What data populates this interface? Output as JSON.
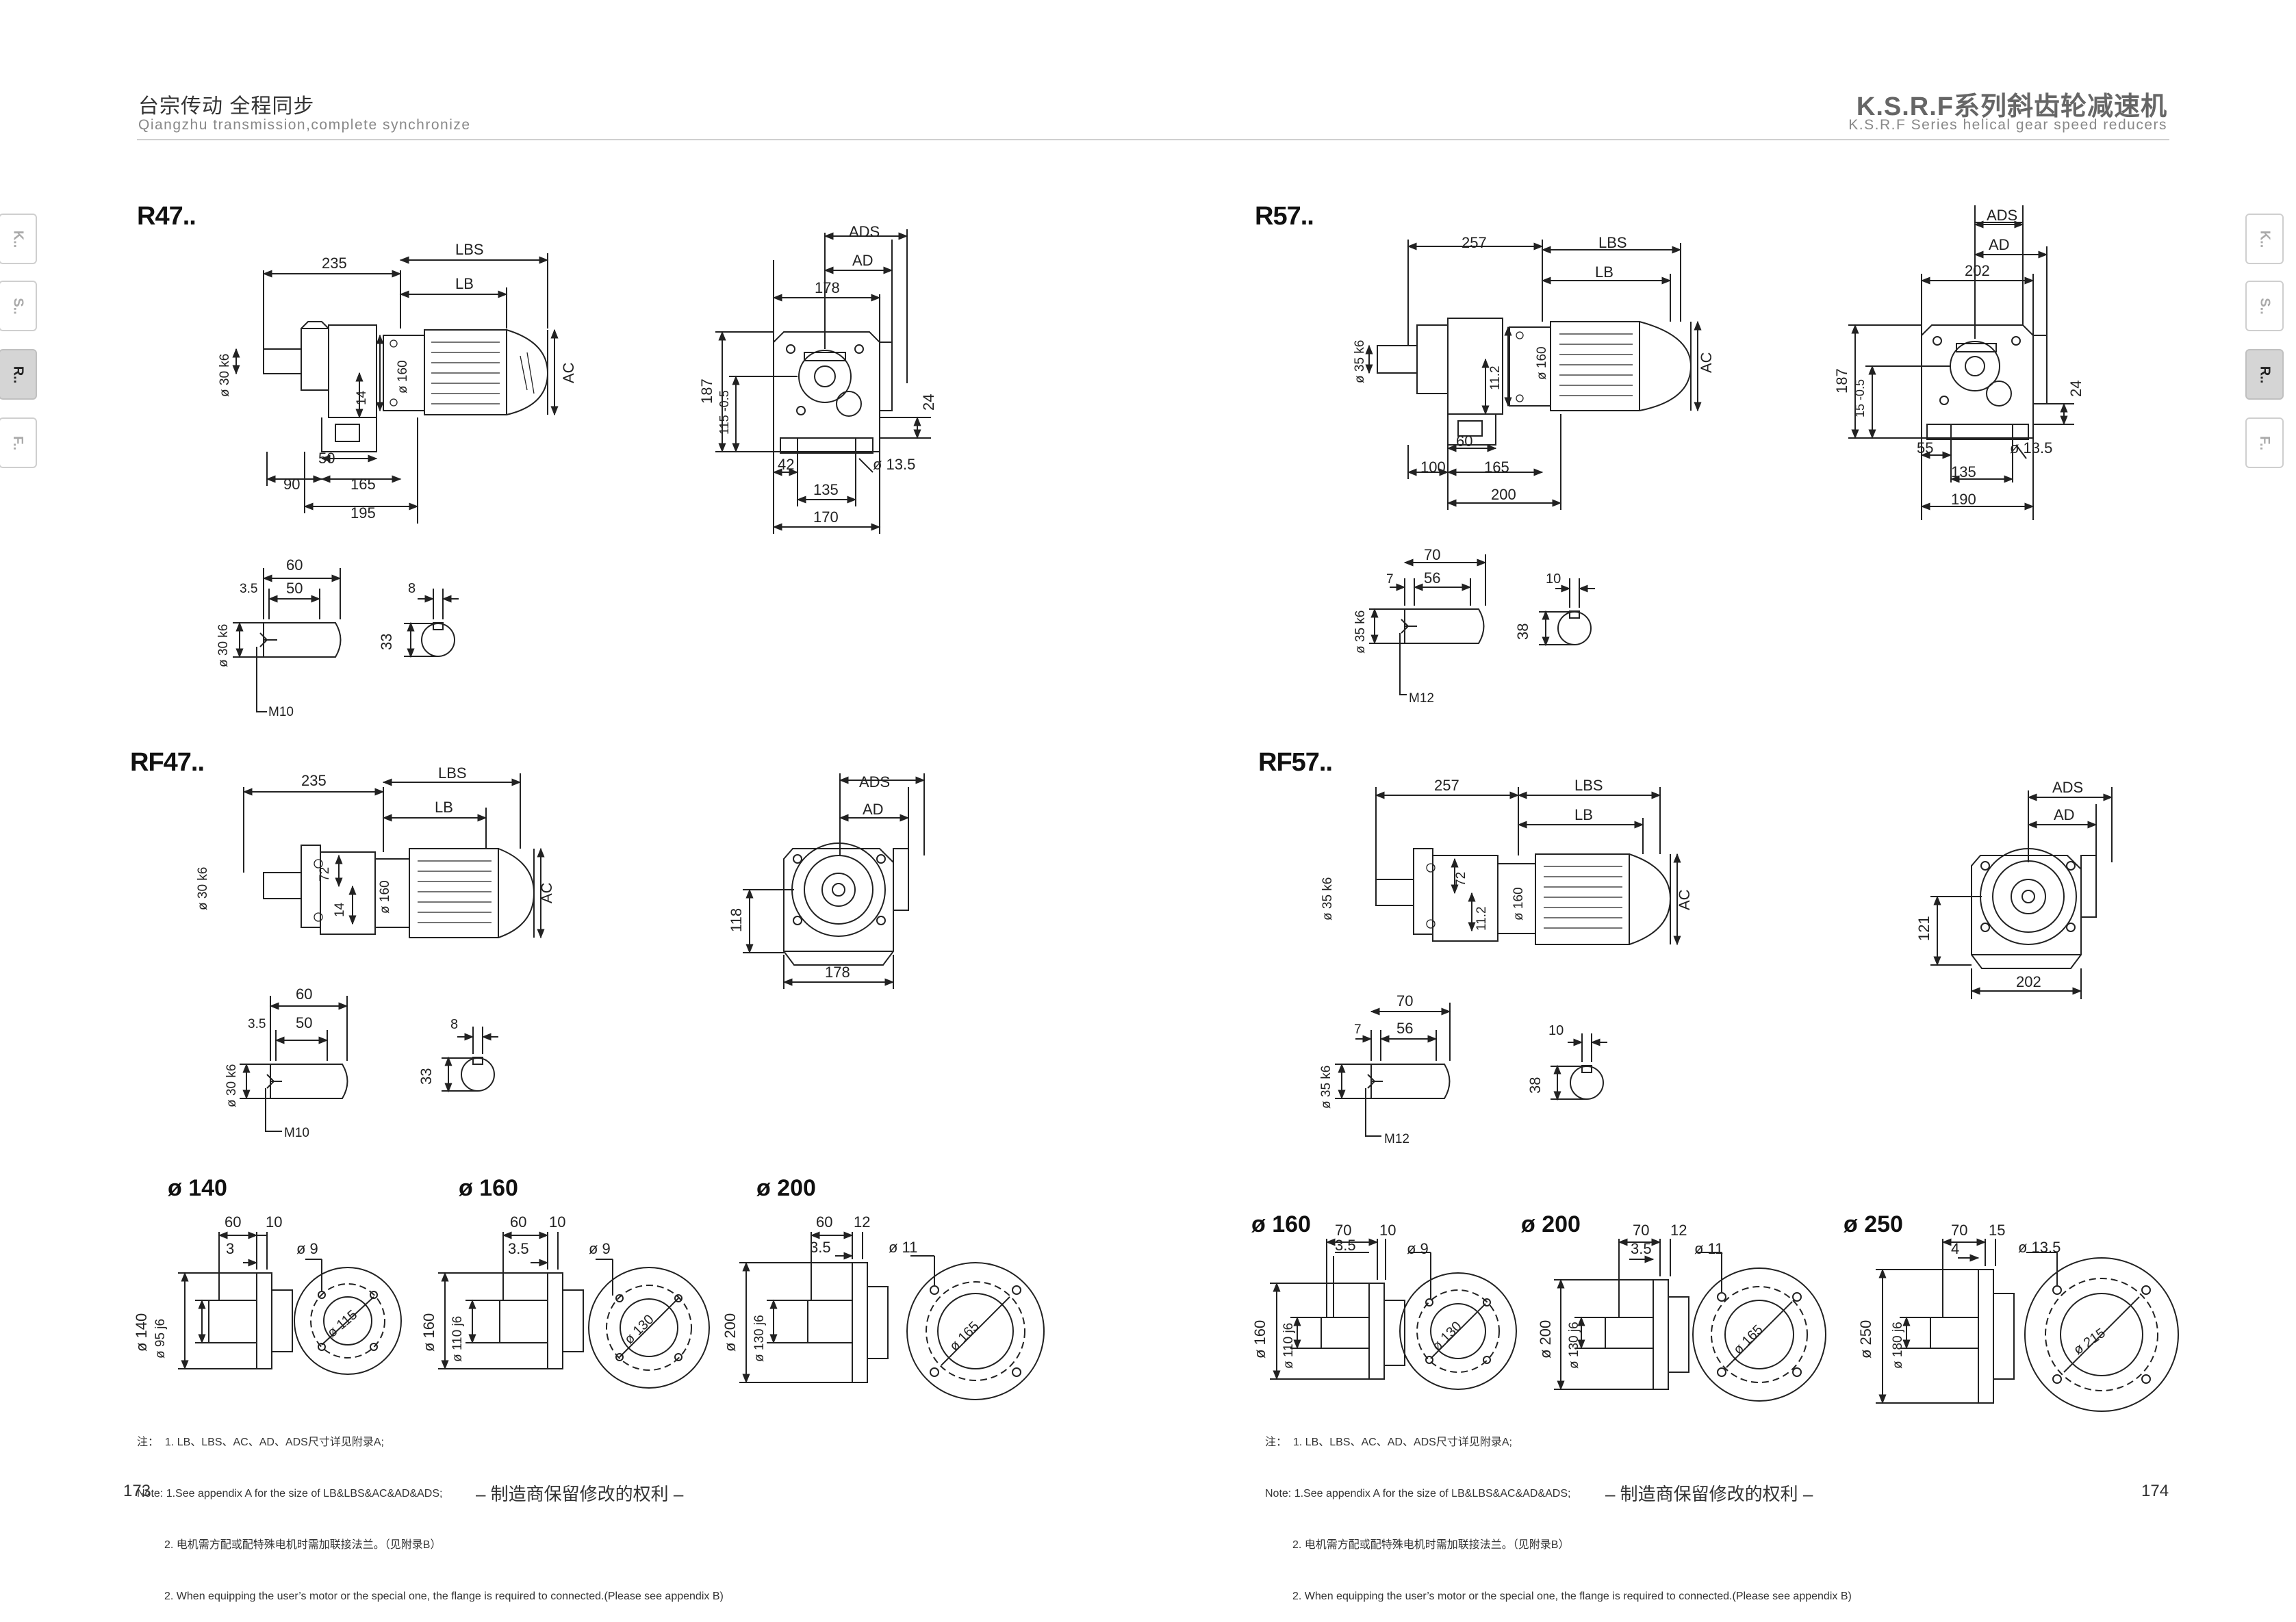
{
  "header": {
    "left_cn": "台宗传动   全程同步",
    "left_en": "Qiangzhu transmission,complete synchronize",
    "right_title": "K.S.R.F系列斜齿轮减速机",
    "right_en": "K.S.R.F Series helical gear speed reducers"
  },
  "tabs": [
    {
      "label": "K..",
      "active": false
    },
    {
      "label": "S..",
      "active": false
    },
    {
      "label": "R..",
      "active": true
    },
    {
      "label": "F..",
      "active": false
    }
  ],
  "left": {
    "r_model": "R47..",
    "r_side": {
      "d1": "235",
      "lbs": "LBS",
      "lb": "LB",
      "ac": "AC",
      "shaft": "ø 30 k6",
      "motor": "ø 160",
      "h14": "14",
      "d50": "50",
      "d90": "90",
      "d165": "165",
      "d195": "195"
    },
    "r_front": {
      "ads": "ADS",
      "ad": "AD",
      "w178": "178",
      "h187": "187",
      "h115": "115 -0.5",
      "h24": "24",
      "d42": "42",
      "hole": "ø 13.5",
      "d135": "135",
      "d170": "170"
    },
    "r_shaft": {
      "d60": "60",
      "d35": "3.5",
      "d50": "50",
      "dia": "ø 30 k6",
      "thread": "M10",
      "key": "8",
      "h33": "33"
    },
    "rf_model": "RF47..",
    "rf_side": {
      "d1": "235",
      "lbs": "LBS",
      "lb": "LB",
      "ac": "AC",
      "shaft": "ø 30 k6",
      "motor": "ø 160",
      "h72": "72",
      "h14": "14"
    },
    "rf_front": {
      "ads": "ADS",
      "ad": "AD",
      "h118": "118",
      "w178": "178"
    },
    "rf_shaft": {
      "d60": "60",
      "d35": "3.5",
      "d50": "50",
      "dia": "ø 30 k6",
      "thread": "M10",
      "key": "8",
      "h33": "33"
    },
    "flanges": [
      {
        "title": "ø 140",
        "a": "60",
        "b": "10",
        "c": "3",
        "hole": "ø 9",
        "d1": "ø 140",
        "d2": "ø 95 j6",
        "pcd": "ø 115"
      },
      {
        "title": "ø 160",
        "a": "60",
        "b": "10",
        "c": "3.5",
        "hole": "ø 9",
        "d1": "ø 160",
        "d2": "ø 110 j6",
        "pcd": "ø 130"
      },
      {
        "title": "ø 200",
        "a": "60",
        "b": "12",
        "c": "3.5",
        "hole": "ø 11",
        "d1": "ø 200",
        "d2": "ø 130 j6",
        "pcd": "ø 165"
      }
    ],
    "notes": {
      "line1": "注：  1. LB、LBS、AC、AD、ADS尺寸详见附录A;",
      "line2": "Note: 1.See appendix A for the size of LB&LBS&AC&AD&ADS;",
      "line3": "         2. 电机需方配或配特殊电机时需加联接法兰。（见附录B）",
      "line4": "         2. When equipping the user’s motor or the special one, the flange is required to connected.(Please see appendix B)"
    },
    "slogan": "– 制造商保留修改的权利 –",
    "page": "173"
  },
  "right": {
    "r_model": "R57..",
    "r_side": {
      "d1": "257",
      "lbs": "LBS",
      "lb": "LB",
      "ac": "AC",
      "shaft": "ø 35 k6",
      "motor": "ø 160",
      "h112": "11.2",
      "d60": "60",
      "d100": "100",
      "d165": "165",
      "d200": "200"
    },
    "r_front": {
      "ads": "ADS",
      "ad": "AD",
      "w202": "202",
      "h187": "187",
      "h15": "15 -0.5",
      "h24": "24",
      "d55": "55",
      "hole": "ø 13.5",
      "d135": "135",
      "d190": "190"
    },
    "r_shaft": {
      "d70": "70",
      "d7": "7",
      "d56": "56",
      "dia": "ø 35 k6",
      "thread": "M12",
      "key": "10",
      "h38": "38"
    },
    "rf_model": "RF57..",
    "rf_side": {
      "d1": "257",
      "lbs": "LBS",
      "lb": "LB",
      "ac": "AC",
      "shaft": "ø 35 k6",
      "motor": "ø 160",
      "h72": "72",
      "h112": "11.2"
    },
    "rf_front": {
      "ads": "ADS",
      "ad": "AD",
      "h121": "121",
      "w202": "202"
    },
    "rf_shaft": {
      "d70": "70",
      "d7": "7",
      "d56": "56",
      "dia": "ø 35 k6",
      "thread": "M12",
      "key": "10",
      "h38": "38"
    },
    "flanges": [
      {
        "title": "ø 160",
        "a": "70",
        "b": "10",
        "c": "3.5",
        "hole": "ø 9",
        "d1": "ø 160",
        "d2": "ø 110 j6",
        "pcd": "ø 130"
      },
      {
        "title": "ø 200",
        "a": "70",
        "b": "12",
        "c": "3.5",
        "hole": "ø 11",
        "d1": "ø 200",
        "d2": "ø 130 j6",
        "pcd": "ø 165"
      },
      {
        "title": "ø 250",
        "a": "70",
        "b": "15",
        "c": "4",
        "hole": "ø 13.5",
        "d1": "ø 250",
        "d2": "ø 180 j6",
        "pcd": "ø 215"
      }
    ],
    "notes": {
      "line1": "注：  1. LB、LBS、AC、AD、ADS尺寸详见附录A;",
      "line2": "Note: 1.See appendix A for the size of LB&LBS&AC&AD&ADS;",
      "line3": "         2. 电机需方配或配特殊电机时需加联接法兰。（见附录B）",
      "line4": "         2. When equipping the user’s motor or the special one, the flange is required to connected.(Please see appendix B)"
    },
    "slogan": "– 制造商保留修改的权利 –",
    "page": "174"
  }
}
